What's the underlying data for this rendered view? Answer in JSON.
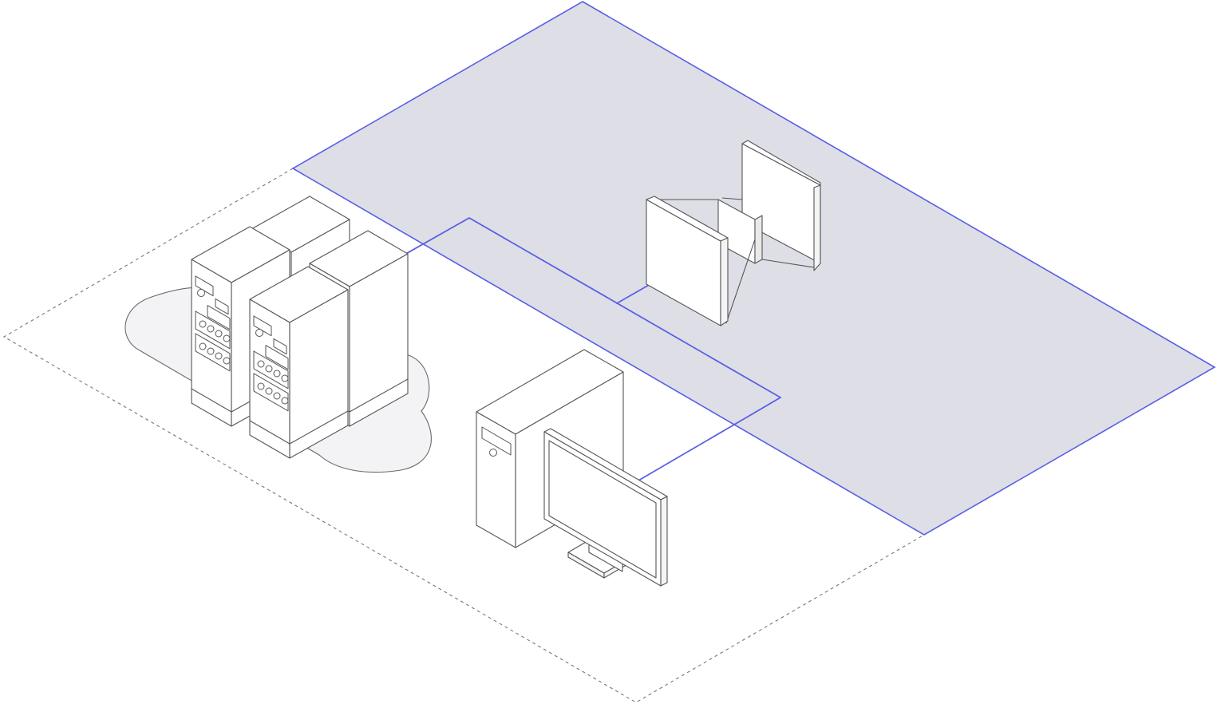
{
  "colors": {
    "background": "#ffffff",
    "connection_line": "#5a5fe6",
    "secure_zone_fill": "#dedee6",
    "cloud_fill": "#f3f3f5",
    "cloud_stroke": "#6a6a6a",
    "boundary_dash": "#777777",
    "object_stroke": "#555555",
    "object_face_light": "#ffffff",
    "object_face_mid": "#f4f4f4",
    "object_face_dark": "#e9e9e9"
  },
  "scene": {
    "secure_zone": "shaded-zone",
    "boundary_zone": "dashed-boundary",
    "objects": [
      "server-cluster",
      "security-gate",
      "desktop-computer",
      "monitor"
    ],
    "connections": [
      "server-to-zone-link",
      "gate-link",
      "computer-to-zone-link"
    ]
  }
}
